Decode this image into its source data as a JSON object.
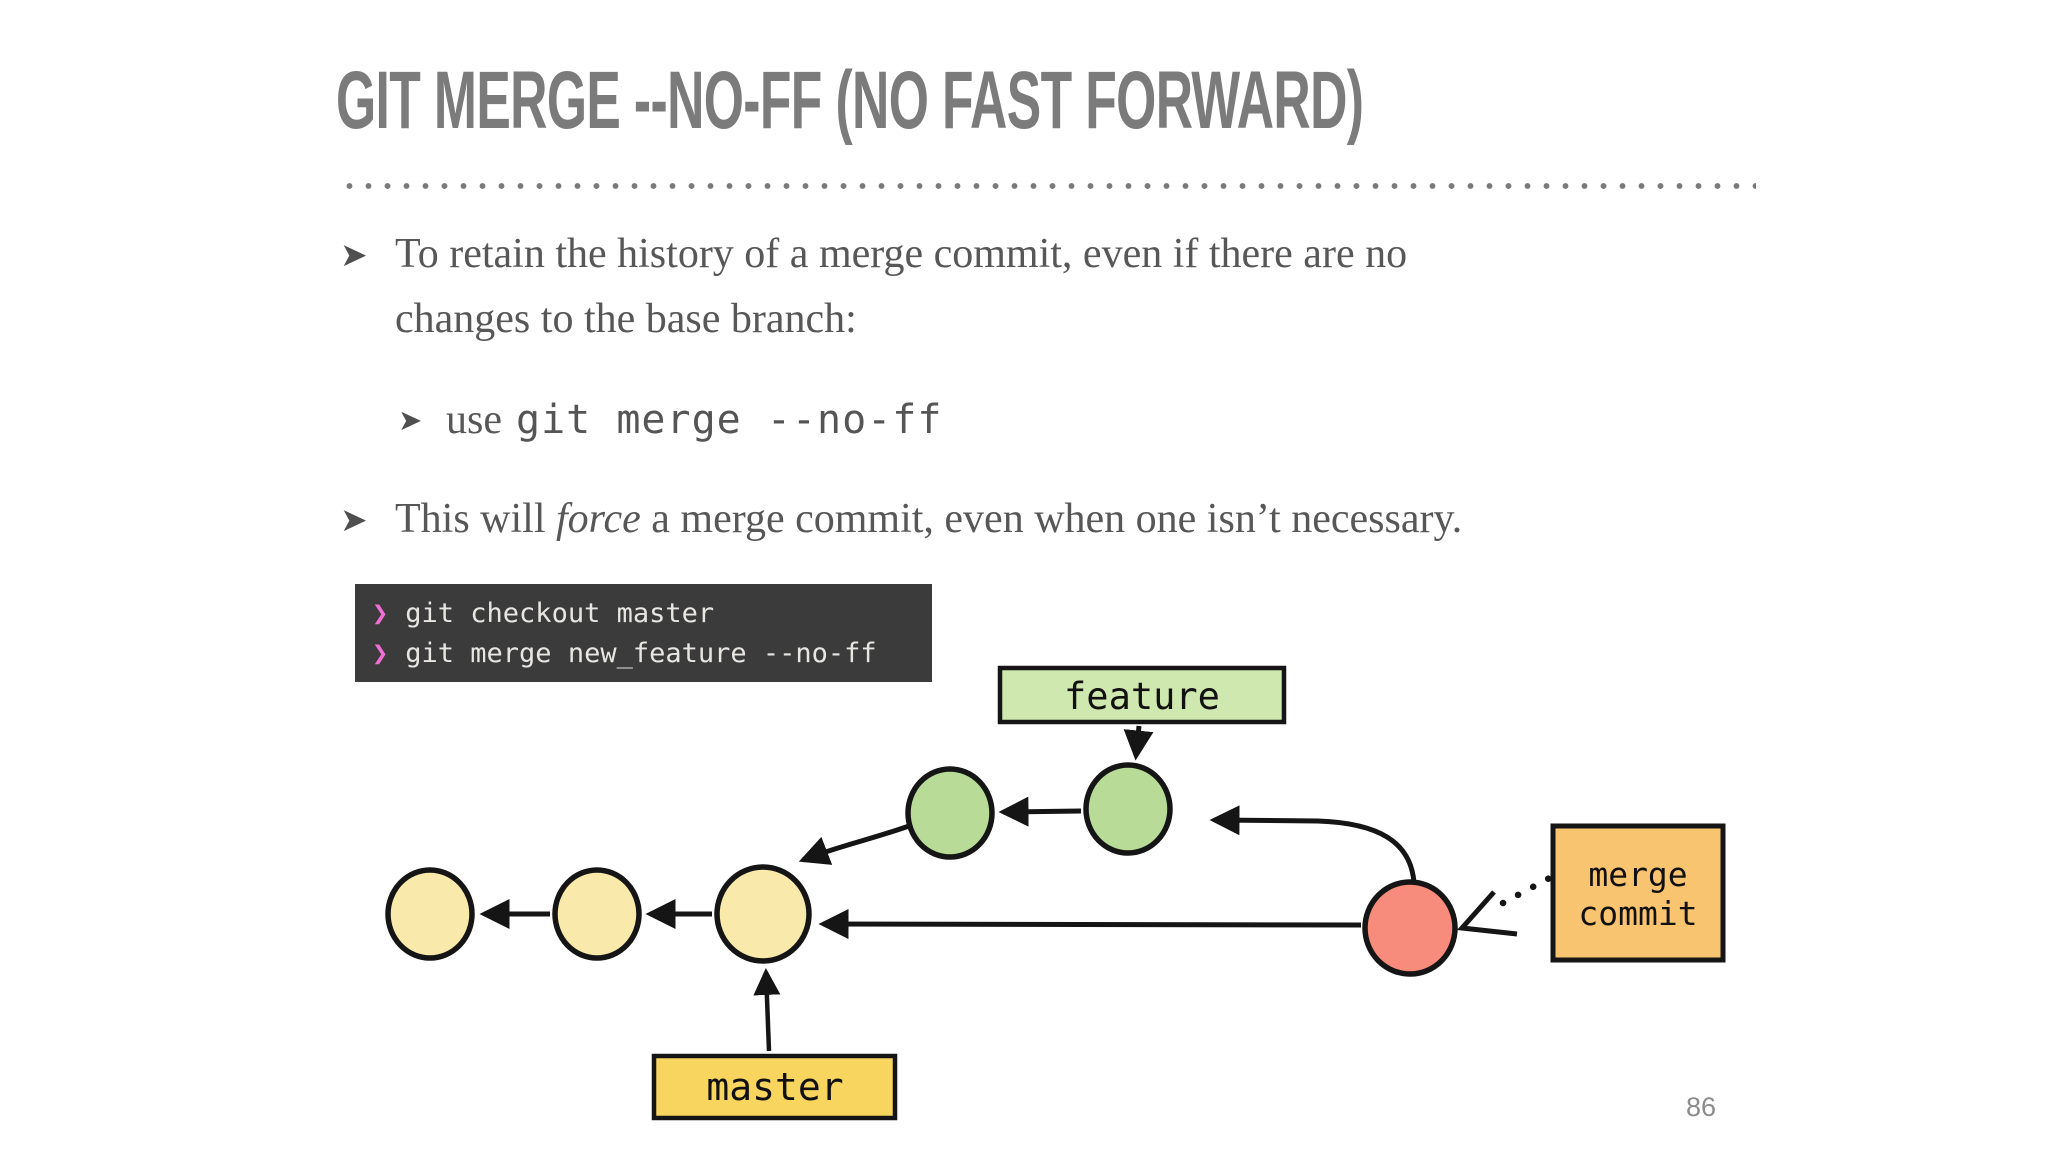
{
  "slide": {
    "title": "GIT MERGE --NO-FF (NO FAST FORWARD)",
    "page_number": "86",
    "bullet_marker": "➤",
    "bullets": {
      "b1_line1": "To retain the history of a merge commit, even if there are no",
      "b1_line2": "changes to the base branch:",
      "b2_text": "use",
      "b2_code": "git merge --no-ff",
      "b3_prefix": "This will ",
      "b3_emphasis": "force",
      "b3_suffix": " a merge commit, even when one isn’t necessary."
    },
    "terminal": {
      "prompt": "❯",
      "line1": "git checkout master",
      "line2": "git merge new_feature --no-ff"
    },
    "diagram": {
      "feature_label": "feature",
      "master_label": "master",
      "merge_commit_label_line1": "merge",
      "merge_commit_label_line2": "commit",
      "colors": {
        "feature_box": "#cfe8af",
        "feature_commit": "#b8dc98",
        "master_commit": "#f9e9ab",
        "master_box": "#f8d55f",
        "merge_box": "#f9c470",
        "merge_commit_node": "#f78b7c"
      }
    }
  }
}
